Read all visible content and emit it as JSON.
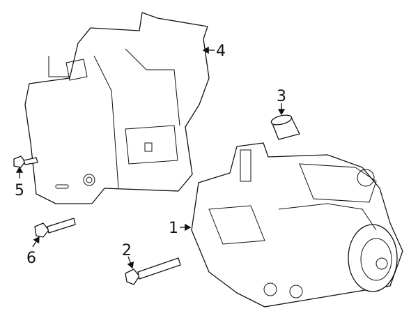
{
  "callouts": {
    "starter": "1",
    "bolt_lower": "2",
    "sleeve": "3",
    "heat_shield": "4",
    "bolt_small": "5",
    "bolt_upper": "6"
  },
  "colors": {
    "line": "#111111",
    "background": "#ffffff"
  }
}
